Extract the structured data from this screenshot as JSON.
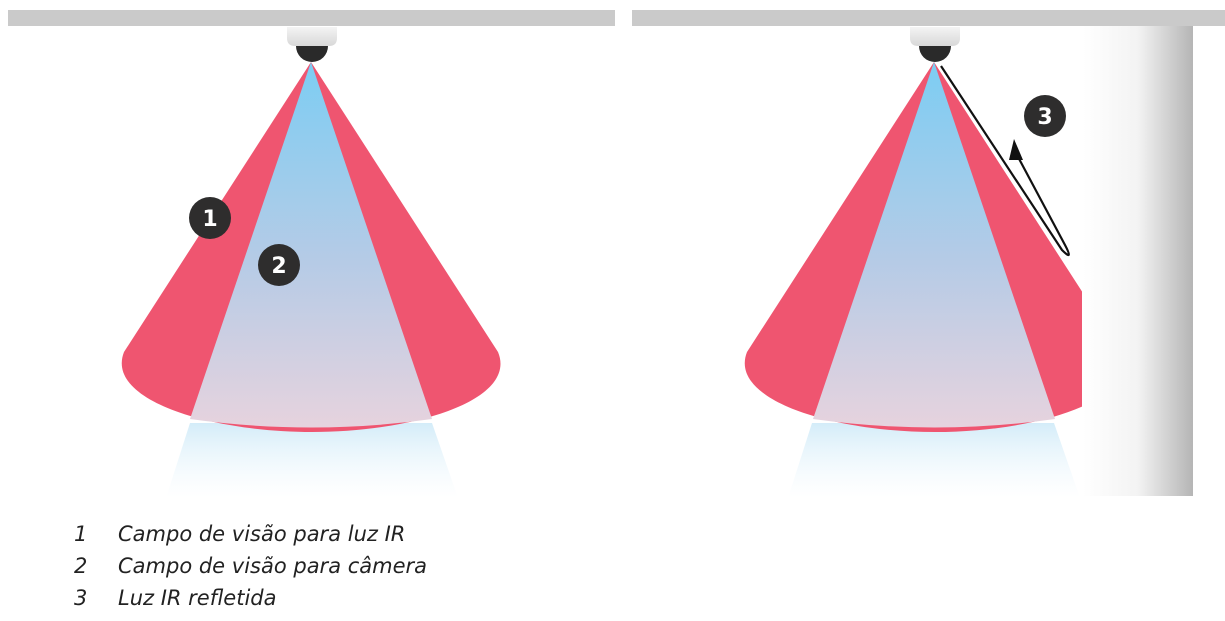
{
  "diagrams": [
    {
      "id": "left",
      "markers": [
        {
          "number": "1"
        },
        {
          "number": "2"
        }
      ]
    },
    {
      "id": "right",
      "markers": [
        {
          "number": "3"
        }
      ]
    }
  ],
  "legend": [
    {
      "number": "1",
      "label": "Campo de visão para luz IR"
    },
    {
      "number": "2",
      "label": "Campo de visão para câmera"
    },
    {
      "number": "3",
      "label": "Luz IR refletida"
    }
  ],
  "colors": {
    "ceiling": "#cacaca",
    "ir_field": "#ef5570",
    "camera_field_top": "#82cdf2",
    "camera_field_bottom": "#e5d2df",
    "badge": "#2e2d2d",
    "wall_light": "#ffffff",
    "wall_dark": "#b8b8b8"
  },
  "icons": [
    "dome-camera-icon",
    "reflection-arrow-icon"
  ]
}
